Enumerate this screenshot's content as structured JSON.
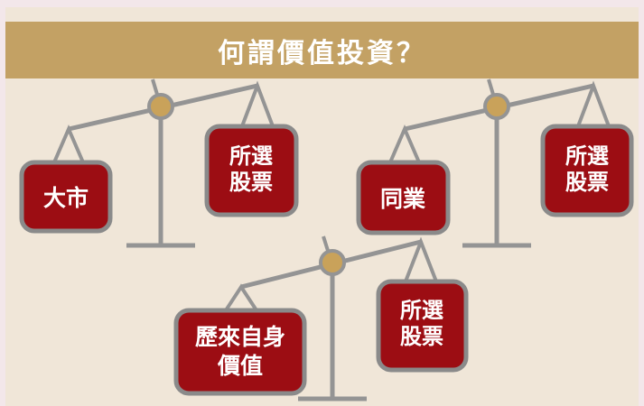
{
  "header": {
    "title": "何謂價值投資？"
  },
  "colors": {
    "header_bg": "#c3a164",
    "panel_bg": "#f0e6d8",
    "outer_bg": "#f3e7ea",
    "beam": "#949494",
    "pivot": "#c9a25a",
    "box_fill": "#9c0d13",
    "box_border": "#8a8a8a"
  },
  "scales": [
    {
      "left_label": [
        "大市"
      ],
      "right_label": [
        "所選",
        "股票"
      ]
    },
    {
      "left_label": [
        "同業"
      ],
      "right_label": [
        "所選",
        "股票"
      ]
    },
    {
      "left_label": [
        "歷來自身",
        "價值"
      ],
      "right_label": [
        "所選",
        "股票"
      ]
    }
  ]
}
